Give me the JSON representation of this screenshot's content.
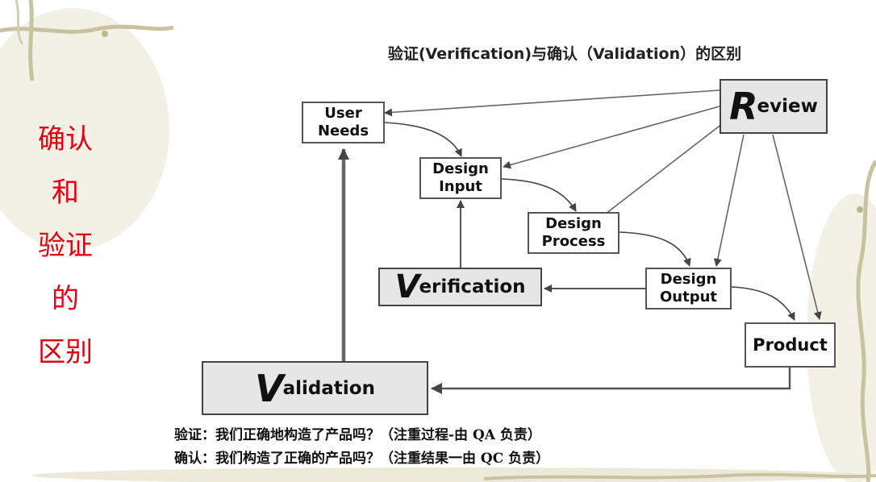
{
  "side_title": [
    "确认",
    "和",
    "验证",
    "的",
    "区别"
  ],
  "diagram_title": "验证(Verification)与确认（Validation）的区别",
  "nodes": {
    "user_needs": [
      "User",
      "Needs"
    ],
    "design_input": [
      "Design",
      "Input"
    ],
    "design_process": [
      "Design",
      "Process"
    ],
    "design_output": [
      "Design",
      "Output"
    ],
    "product": "Product",
    "review": {
      "initial": "R",
      "rest": "eview"
    },
    "verification": {
      "initial": "V",
      "rest": "erification"
    },
    "validation": {
      "initial": "V",
      "rest": "alidation"
    }
  },
  "notes": [
    "验证：我们正确地构造了产品吗？（注重过程-由 QA 负责）",
    "确认：我们构造了正确的产品吗？（注重结果一由 QC 负责）"
  ],
  "colors": {
    "side_title": "#e60012",
    "box_shade": "#e6e6e6",
    "arrow": "#555555"
  }
}
